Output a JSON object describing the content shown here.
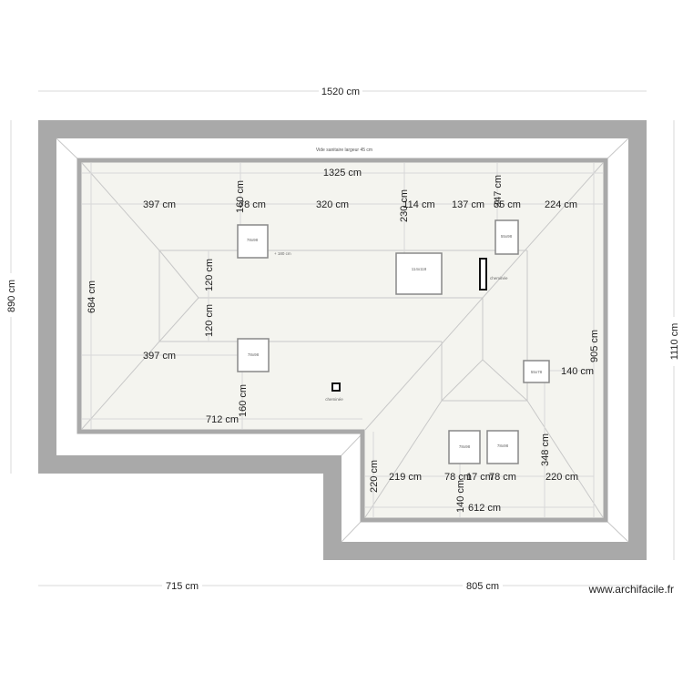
{
  "plan": {
    "exterior_dims": {
      "top": "1520 cm",
      "left": "890 cm",
      "right": "1110 cm",
      "bottom_left": "715 cm",
      "bottom_right": "805 cm"
    },
    "crawlspace_label": "Vide sanitaire largeur 45 cm",
    "dims": {
      "d1325": "1325 cm",
      "d397a": "397 cm",
      "d160a": "160 cm",
      "d78a": "78 cm",
      "d320": "320 cm",
      "d230": "230 cm",
      "d114": "114 cm",
      "d137": "137 cm",
      "d347": "347 cm",
      "d55": "55 cm",
      "d224": "224 cm",
      "d684": "684 cm",
      "d120a": "120 cm",
      "d120b": "120 cm",
      "d397b": "397 cm",
      "d160b": "160 cm",
      "d712": "712 cm",
      "d905": "905 cm",
      "d140a": "140 cm",
      "d348": "348 cm",
      "d220a": "220 cm",
      "d219": "219 cm",
      "d78b": "78 cm",
      "d17": "17 cm",
      "d78c": "78 cm",
      "d220b": "220 cm",
      "d140b": "140 cm",
      "d612": "612 cm"
    },
    "annotation_plus": "+ 180 cm",
    "windows": [
      "78x98",
      "55x98",
      "114x118",
      "78x98",
      "55x78",
      "78x98",
      "78x98"
    ],
    "chimneys": [
      "cheminée",
      "cheminée"
    ],
    "colors": {
      "wall": "#a9a9a9",
      "floor": "#f4f4ef",
      "lines": "#c8c8c8"
    }
  },
  "brand": "www.archifacile.fr"
}
